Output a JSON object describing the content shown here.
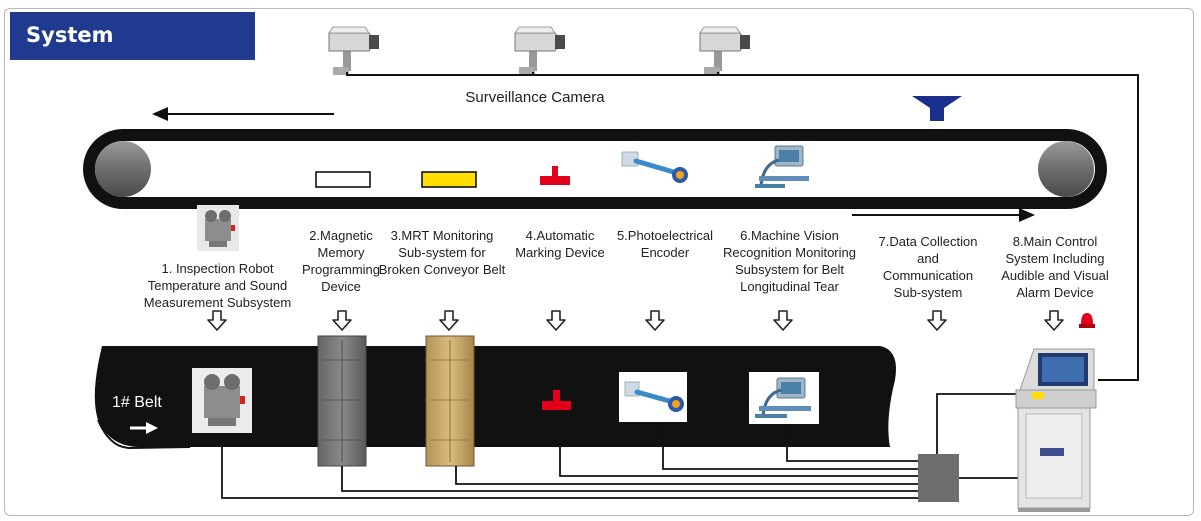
{
  "title": "System Constitution",
  "camera_label": "Surveillance Camera",
  "belt_tag": "1# Belt",
  "components": [
    {
      "label": "1. Inspection Robot\nTemperature and Sound\nMeasurement Subsystem"
    },
    {
      "label": "2.Magnetic\nMemory\nProgramming\nDevice"
    },
    {
      "label": "3.MRT Monitoring\nSub-system for\nBroken Conveyor Belt"
    },
    {
      "label": "4.Automatic\nMarking Device"
    },
    {
      "label": "5.Photoelectrical\nEncoder"
    },
    {
      "label": "6.Machine Vision\nRecognition Monitoring\nSubsystem for Belt\nLongitudinal Tear"
    },
    {
      "label": "7.Data Collection\nand\nCommunication\nSub-system"
    },
    {
      "label": "8.Main Control\nSystem Including\nAudible and Visual\nAlarm Device"
    }
  ],
  "colors": {
    "title_bg": "#1f3a8e",
    "belt": "#111111",
    "mrt_yellow": "#ffdd00",
    "marker_red": "#e2001a",
    "hopper_blue": "#1a2f8c"
  }
}
